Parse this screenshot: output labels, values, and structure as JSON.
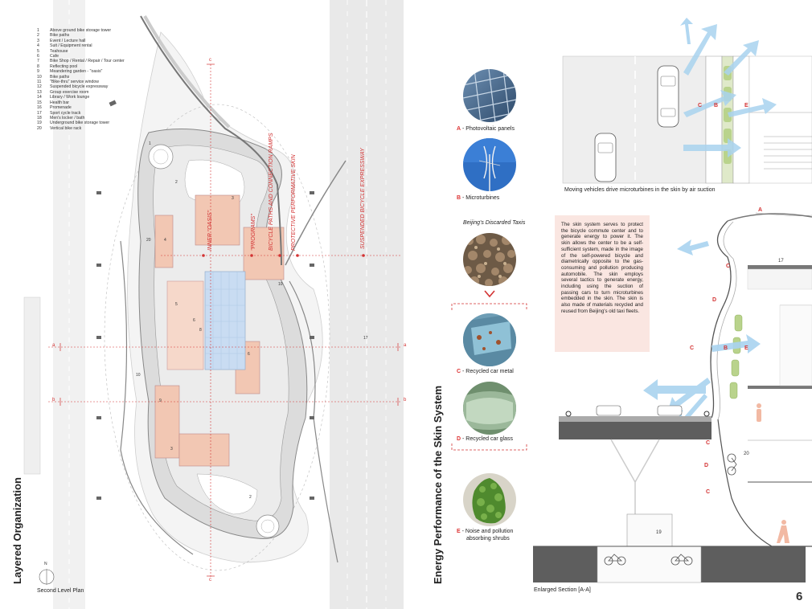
{
  "legend": [
    {
      "num": "1",
      "label": "Above ground bike storage tower"
    },
    {
      "num": "2",
      "label": "Bike paths"
    },
    {
      "num": "3",
      "label": "Event / Lecture hall"
    },
    {
      "num": "4",
      "label": "Suit / Equipment rental"
    },
    {
      "num": "5",
      "label": "Teahouse"
    },
    {
      "num": "6",
      "label": "Cafe"
    },
    {
      "num": "7",
      "label": "Bike Shop / Rental / Repair / Tour center"
    },
    {
      "num": "8",
      "label": "Reflecting pool"
    },
    {
      "num": "9",
      "label": "Meandering garden - \"oasis\""
    },
    {
      "num": "10",
      "label": "Bike paths"
    },
    {
      "num": "11",
      "label": "\"Bike-thru\" service window"
    },
    {
      "num": "12",
      "label": "Suspended bicycle expressway"
    },
    {
      "num": "13",
      "label": "Group exercise room"
    },
    {
      "num": "14",
      "label": "Library / Work lounge"
    },
    {
      "num": "15",
      "label": "Health bar"
    },
    {
      "num": "16",
      "label": "Promenade"
    },
    {
      "num": "17",
      "label": "Sport cycle track"
    },
    {
      "num": "18",
      "label": "Men's locker / bath"
    },
    {
      "num": "19",
      "label": "Underground bike storage tower"
    },
    {
      "num": "20",
      "label": "Vertical bike rack"
    }
  ],
  "titles": {
    "left": "Layered Organization",
    "right": "Energy Performance of the Skin System"
  },
  "plan_labels": {
    "inner": "INNER \"OASIS\"",
    "programs": "\"PROGRAMS\"",
    "ramps": "BICYCLE PATHS AND CONNECTION RAMPS",
    "skin": "PROTECTIVE PERFORMATIVE SKIN",
    "expressway": "SUSPENDED BICYCLE EXPRESSWAY",
    "sec_a": "a",
    "sec_b": "b",
    "sec_c": "c",
    "north": "N"
  },
  "captions": {
    "plan": "Second Level Plan",
    "section": "Enlarged Section [A-A]",
    "top": "Moving vehicles drive microturbines in the skin by air suction",
    "discarded": "Beijing's Discarded Taxis",
    "page": "6"
  },
  "circles": [
    {
      "letter": "A",
      "text": " - Photovoltaic panels"
    },
    {
      "letter": "B",
      "text": " - Microturbines"
    },
    {
      "letter": "C",
      "text": " - Recycled car metal"
    },
    {
      "letter": "D",
      "text": " - Recycled car glass"
    },
    {
      "letter": "E",
      "text": " - Noise and pollution"
    },
    {
      "letter": "",
      "text": "absorbing shrubs"
    }
  ],
  "description": "The skin system serves to protect the bicycle commute center and to generate energy to power it. The skin allows the center to be a self-sufficient system, made in the image of the self-powered bicycle and diametrically opposite to the gas-consuming and pollution producing automobile. The skin employs several tactics to generate energy, including using the suction of passing cars to turn microturbines embedded in the skin. The skin is also made of materials recycled and reused from Beijing's old taxi fleets.",
  "section_labels": {
    "A": "A",
    "B": "B",
    "C": "C",
    "D": "D",
    "E": "E",
    "n17": "17",
    "n20": "20",
    "n19": "19"
  },
  "colors": {
    "accent": "#d33333",
    "program": "#f2c7b3",
    "pool": "#c9dcf2",
    "arrow": "#a9d3ef",
    "textbox": "#fae6e1"
  }
}
